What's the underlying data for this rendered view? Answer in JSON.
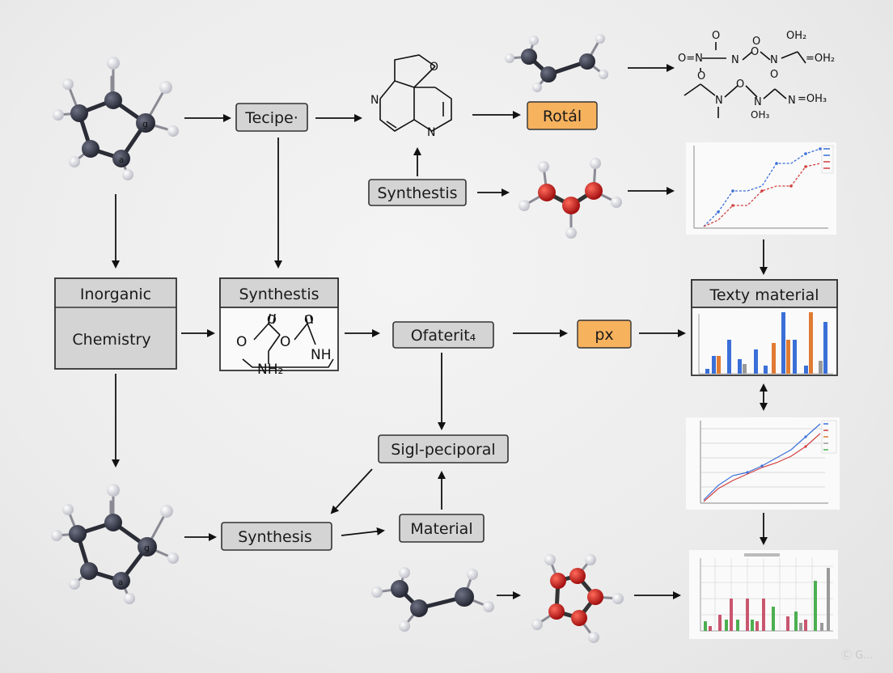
{
  "labels": {
    "tecipe": "Tecipe·",
    "rotal": "Rotál",
    "synthesis_top": "Synthestis",
    "inorganic_line1": "Inorganic",
    "inorganic_line2": "Chemistry",
    "synthesis_center": "Synthestis",
    "ofaterit": "Ofaterit₄",
    "px": "px",
    "texty_material": "Texty material",
    "sigl_peciporal": "Sigl-peciporal",
    "synthesis_bottom": "Synthesis",
    "material": "Material"
  },
  "chem_text": {
    "ring_N_left": "N",
    "ring_O_top": "O",
    "ring_N_bottom": "N",
    "center_O_left": "O",
    "center_O_top1": "O",
    "center_O_mid": "O",
    "center_O_top2": "O",
    "center_NH": "NH",
    "center_NH2": "NH₂",
    "topright_O1": "O",
    "topright_O2": "O",
    "topright_OH2_top": "OH₂",
    "topright_ON": "O=N",
    "topright_N1": "N",
    "topright_O_mid": "O",
    "topright_N2": "N",
    "topright_OH2_right": "=OH₂",
    "topright_O_low": "O",
    "topright_N_low1": "N",
    "topright_O_low2": "O",
    "topright_N_low2": "N",
    "topright_O_low3": "O",
    "topright_NOH": "N",
    "topright_OH3": "=OH₃",
    "topright_OH3_bottom": "OH₃",
    "mol_label_g1": "g",
    "mol_label_a1": "a",
    "mol_label_g2": "g",
    "mol_label_a2": "a"
  },
  "colors": {
    "box_fill": "#d4d4d4",
    "box_border": "#333333",
    "orange_fill": "#f7b25e",
    "orange_border": "#c07520",
    "series_blue": "#3a6fd8",
    "series_orange": "#e07b33",
    "series_red": "#d04040",
    "series_green": "#4caf50",
    "series_gray": "#9a9a9a",
    "series_pink": "#c9566f"
  },
  "icons": [
    "molecule-icon",
    "ring-structure-icon",
    "line-chart-icon",
    "bar-chart-icon"
  ],
  "watermark": "Ⓒ G..."
}
